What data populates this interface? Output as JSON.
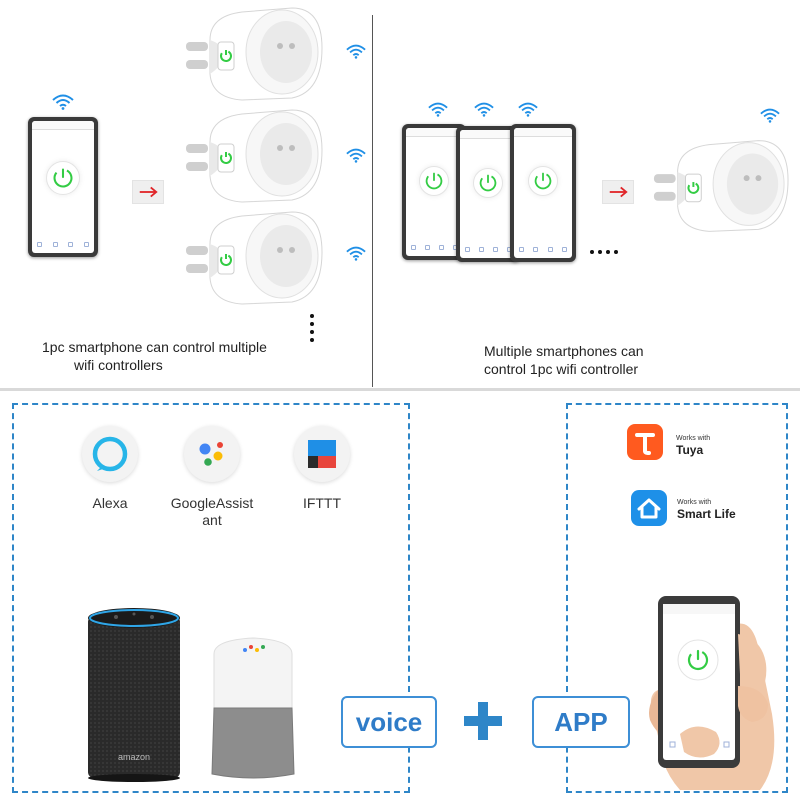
{
  "top": {
    "left_caption_line1": "1pc  smartphone can control multiple",
    "left_caption_line2": "wifi controllers",
    "right_caption_line1": "Multiple smartphones can",
    "right_caption_line2": "control 1pc wifi controller"
  },
  "assistants": {
    "alexa": "Alexa",
    "google_line1": "GoogleAssist",
    "google_line2": "ant",
    "ifttt": "IFTTT"
  },
  "apps": {
    "tuya_small": "Works with",
    "tuya_big": "Tuya",
    "smartlife_small": "Works with",
    "smartlife_big": "Smart Life"
  },
  "control": {
    "voice_label": "voice",
    "app_label": "APP"
  },
  "speaker": {
    "brand": "amazon"
  },
  "colors": {
    "accent_blue": "#2e86c8",
    "arrow_red": "#e0262a",
    "power_green": "#33cc44",
    "wifi_blue": "#1f8fe6",
    "tuya_orange": "#ff5a1f",
    "smartlife_blue": "#1e90e8"
  }
}
